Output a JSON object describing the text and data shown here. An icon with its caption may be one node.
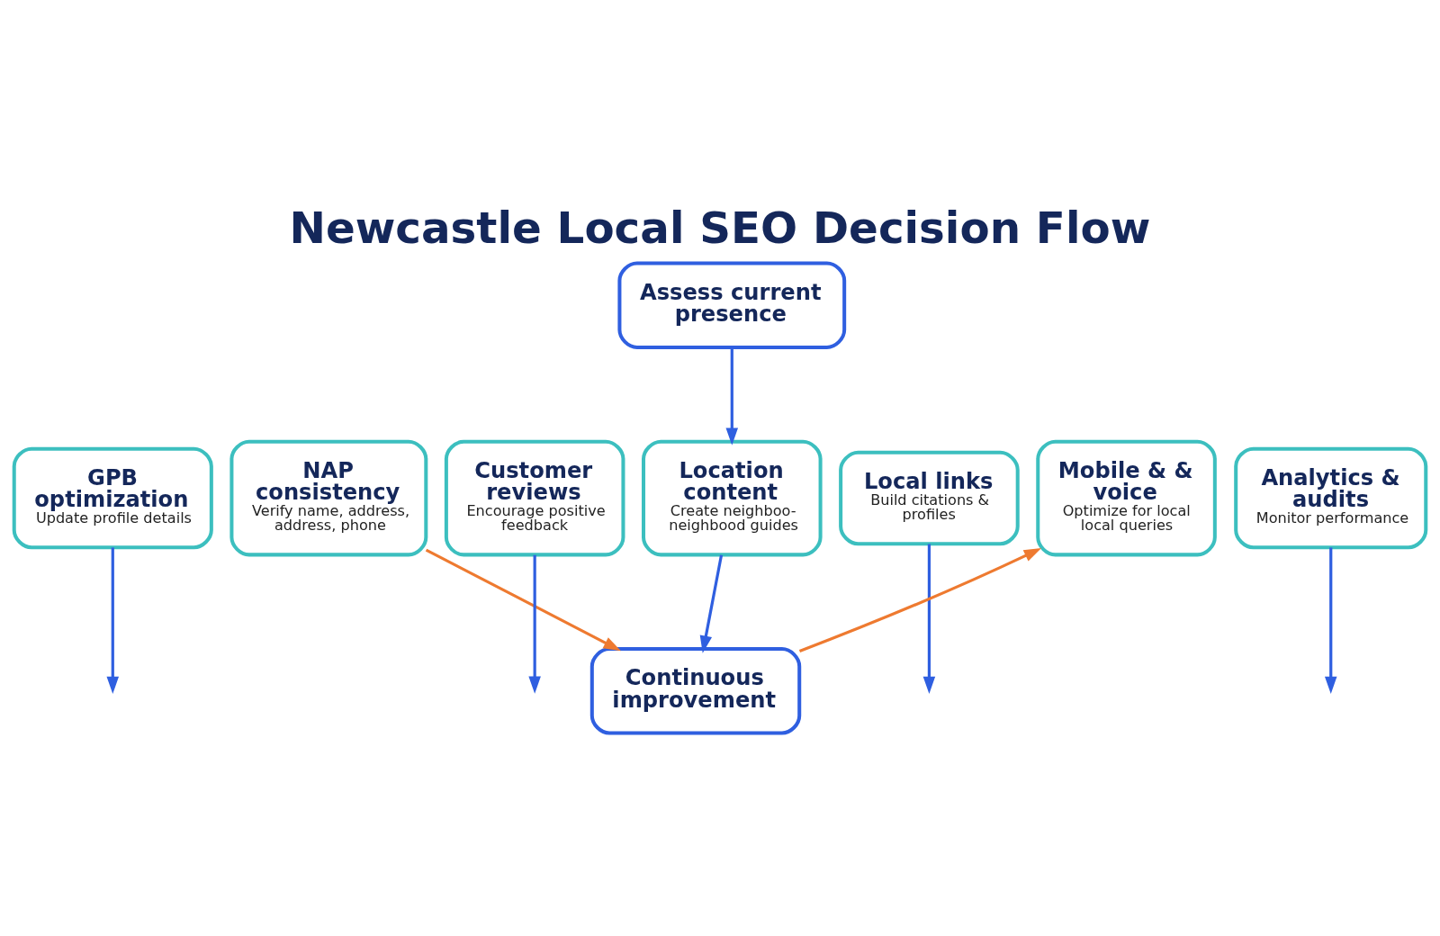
{
  "diagram": {
    "title": "Newcastle Local SEO Decision Flow",
    "nodes": [
      {
        "text": [
          "Assess current presence"
        ]
      },
      {
        "text": [
          "GPB optimization",
          "Update profile details"
        ]
      },
      {
        "text": [
          "NAP consistency",
          "Verify name, address, address, phone"
        ]
      },
      {
        "text": [
          "Customer reviews",
          "Encourage positive feedback"
        ]
      },
      {
        "text": [
          "Location content",
          "Create neighboo- neighbood guides"
        ]
      },
      {
        "text": [
          "Local links",
          "Build citations & profiles"
        ]
      },
      {
        "text": [
          "Mobile & & voice",
          "Optimize for local local queries"
        ]
      },
      {
        "text": [
          "Analytics & audits",
          "Monitor performance"
        ]
      },
      {
        "text": [
          "Continuous improvement"
        ]
      }
    ],
    "edges": [
      {
        "from": 0,
        "to": 4,
        "arrow": "to"
      },
      {
        "from": 1,
        "to": null,
        "arrow": "to"
      },
      {
        "from": 3,
        "to": null,
        "arrow": "to"
      },
      {
        "from": 4,
        "to": 8,
        "arrow": "to"
      },
      {
        "from": 5,
        "to": null,
        "arrow": "to"
      },
      {
        "from": 7,
        "to": null,
        "arrow": "to"
      },
      {
        "from": 2,
        "to": 8,
        "arrow": "to",
        "color": "#ee7a30"
      },
      {
        "from": 8,
        "to": 6,
        "arrow": "to",
        "color": "#ee7a30"
      }
    ]
  }
}
